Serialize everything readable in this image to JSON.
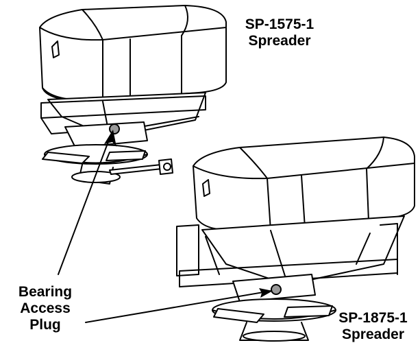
{
  "labels": {
    "top_model": "SP-1575-1",
    "top_type": "Spreader",
    "bottom_model": "SP-1875-1",
    "bottom_type": "Spreader",
    "callout_line1": "Bearing",
    "callout_line2": "Access",
    "callout_line3": "Plug"
  },
  "colors": {
    "ink": "#000000",
    "paper": "#ffffff",
    "plug": "#9a9a9a"
  }
}
